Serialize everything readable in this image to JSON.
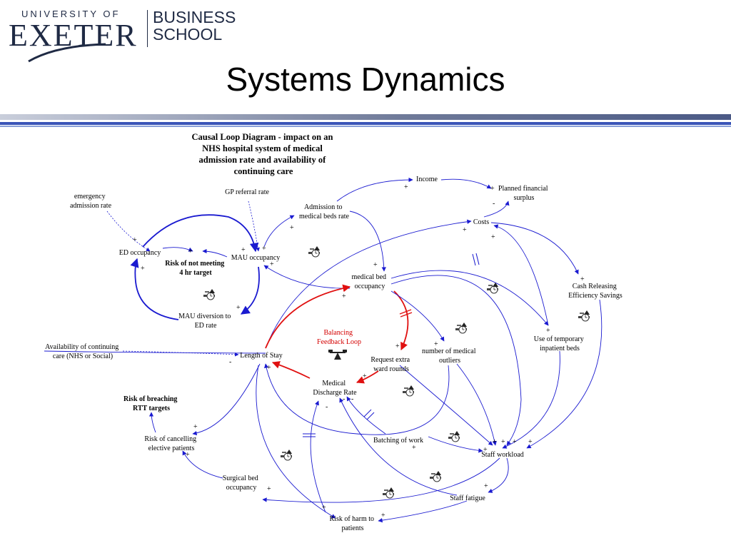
{
  "header": {
    "logo_university": "UNIVERSITY OF",
    "logo_exeter": "EXETER",
    "logo_business": "BUSINESS",
    "logo_school": "SCHOOL",
    "slide_title": "Systems Dynamics"
  },
  "diagram": {
    "title_lines": [
      "Causal Loop Diagram - impact on an",
      "NHS hospital system of medical",
      "admission rate and availability of",
      "continuing care"
    ],
    "nodes": {
      "emergency_admission_rate": [
        "emergency",
        "admission rate"
      ],
      "gp_referral_rate": [
        "GP referral rate"
      ],
      "admission_medical_beds_rate": [
        "Admission to",
        "medical beds rate"
      ],
      "income": [
        "Income"
      ],
      "planned_financial_surplus": [
        "Planned financial",
        "surplus"
      ],
      "costs": [
        "Costs"
      ],
      "ed_occupancy": [
        "ED occupancy"
      ],
      "mau_occupancy": [
        "MAU occupancy"
      ],
      "risk_4hr": [
        "Risk of not meeting",
        "4 hr target"
      ],
      "mau_diversion": [
        "MAU diversion to",
        "ED rate"
      ],
      "medical_bed_occupancy": [
        "medical bed",
        "occupancy"
      ],
      "cash_releasing": [
        "Cash Releasing",
        "Efficiency Savings"
      ],
      "temporary_beds": [
        "Use of temporary",
        "inpatient beds"
      ],
      "balancing_loop": [
        "Balancing",
        "Feedback Loop"
      ],
      "continuing_care": [
        "Availability of continuing",
        "care (NHS or Social)"
      ],
      "length_of_stay": [
        "Length of Stay"
      ],
      "request_ward_rounds": [
        "Request extra",
        "ward rounds"
      ],
      "medical_outliers": [
        "number of medical",
        "outliers"
      ],
      "discharge_rate": [
        "Medical",
        "Discharge Rate"
      ],
      "risk_rtt": [
        "Risk of breaching",
        "RTT targets"
      ],
      "risk_cancelling": [
        "Risk of cancelling",
        "elective patients"
      ],
      "batching": [
        "Batching of work"
      ],
      "staff_workload": [
        "Staff workload"
      ],
      "surgical_occupancy": [
        "Surgical bed",
        "occupancy"
      ],
      "staff_fatigue": [
        "Staff fatigue"
      ],
      "risk_harm": [
        "Risk of harm to",
        "patients"
      ]
    },
    "polarity_plus": "+",
    "polarity_minus": "-"
  }
}
